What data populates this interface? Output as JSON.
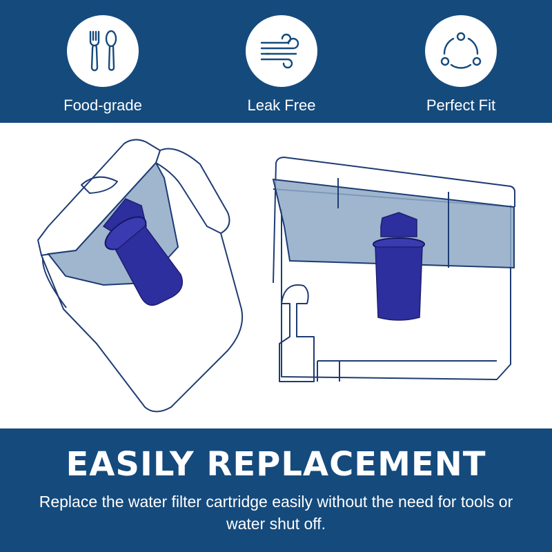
{
  "features": [
    {
      "label": "Food-grade",
      "icon": "fork-spoon-icon"
    },
    {
      "label": "Leak Free",
      "icon": "wind-flow-icon"
    },
    {
      "label": "Perfect Fit",
      "icon": "cycle-nodes-icon"
    }
  ],
  "headline": "EASILY REPLACEMENT",
  "description": "Replace the water filter cartridge easily without the need for tools or water shut off.",
  "colors": {
    "band": "#154a7c",
    "cartridge": "#2e2f9e",
    "reservoir_tint": "#8ea9c6",
    "outline": "#1d3b73"
  }
}
